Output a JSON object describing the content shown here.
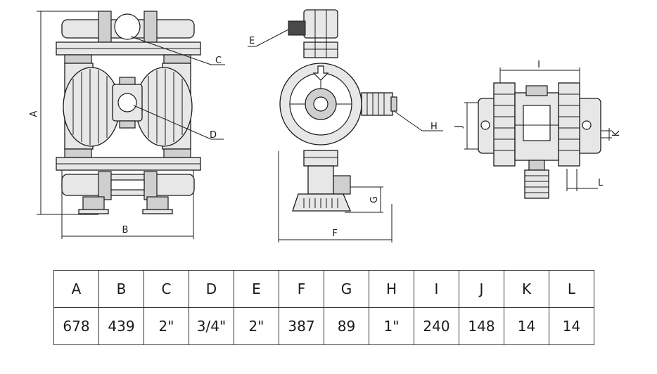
{
  "callouts": {
    "a": "A",
    "b": "B",
    "c": "C",
    "d": "D",
    "e": "E",
    "f": "F",
    "g": "G",
    "h": "H",
    "i": "I",
    "j": "J",
    "k": "K",
    "l": "L"
  },
  "table": {
    "headers": [
      "A",
      "B",
      "C",
      "D",
      "E",
      "F",
      "G",
      "H",
      "I",
      "J",
      "K",
      "L"
    ],
    "values": [
      "678",
      "439",
      "2\"",
      "3/4\"",
      "2\"",
      "387",
      "89",
      "1\"",
      "240",
      "148",
      "14",
      "14"
    ]
  }
}
